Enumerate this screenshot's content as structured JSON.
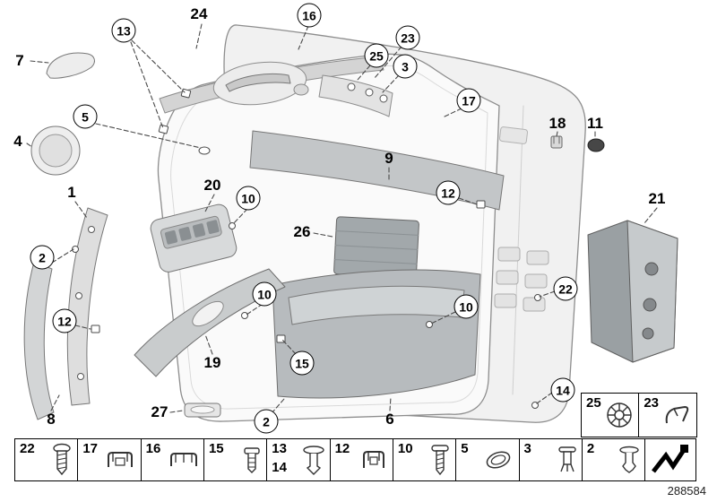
{
  "doc_number": "288584",
  "callouts": [
    {
      "label": "7",
      "icon": "plain"
    },
    {
      "label": "13",
      "icon": "circle"
    },
    {
      "label": "24",
      "icon": "plain"
    },
    {
      "label": "16",
      "icon": "circle"
    },
    {
      "label": "23",
      "icon": "circle"
    },
    {
      "label": "25",
      "icon": "circle"
    },
    {
      "label": "3",
      "icon": "circle"
    },
    {
      "label": "17",
      "icon": "circle"
    },
    {
      "label": "18",
      "icon": "plain"
    },
    {
      "label": "11",
      "icon": "plain"
    },
    {
      "label": "5",
      "icon": "circle"
    },
    {
      "label": "4",
      "icon": "plain"
    },
    {
      "label": "1",
      "icon": "plain"
    },
    {
      "label": "20",
      "icon": "plain"
    },
    {
      "label": "10",
      "icon": "circle"
    },
    {
      "label": "9",
      "icon": "plain"
    },
    {
      "label": "12",
      "icon": "circle"
    },
    {
      "label": "26",
      "icon": "plain"
    },
    {
      "label": "21",
      "icon": "plain"
    },
    {
      "label": "2",
      "icon": "circle"
    },
    {
      "label": "12",
      "icon": "circle"
    },
    {
      "label": "10",
      "icon": "circle"
    },
    {
      "label": "10",
      "icon": "circle"
    },
    {
      "label": "22",
      "icon": "circle"
    },
    {
      "label": "19",
      "icon": "plain"
    },
    {
      "label": "15",
      "icon": "circle"
    },
    {
      "label": "8",
      "icon": "plain"
    },
    {
      "label": "27",
      "icon": "plain"
    },
    {
      "label": "2",
      "icon": "circle"
    },
    {
      "label": "6",
      "icon": "plain"
    },
    {
      "label": "14",
      "icon": "circle"
    }
  ],
  "fastener_strip": [
    {
      "labels": [
        "22"
      ],
      "icon": "screw-icon"
    },
    {
      "labels": [
        "17"
      ],
      "icon": "metal-clip-icon"
    },
    {
      "labels": [
        "16"
      ],
      "icon": "metal-clip-icon"
    },
    {
      "labels": [
        "15"
      ],
      "icon": "expanding-nut-icon"
    },
    {
      "labels": [
        "13",
        "14"
      ],
      "icon": "push-rivet-icon"
    },
    {
      "labels": [
        "12"
      ],
      "icon": "metal-clip-icon"
    },
    {
      "labels": [
        "10"
      ],
      "icon": "screw-icon"
    },
    {
      "labels": [
        "5"
      ],
      "icon": "grommet-icon"
    },
    {
      "labels": [
        "3"
      ],
      "icon": "plastic-rivet-icon"
    },
    {
      "labels": [
        "2"
      ],
      "icon": "expanding-rivet-icon"
    }
  ],
  "ref_box": [
    {
      "label": "25",
      "icon": "lock-washer-icon"
    },
    {
      "label": "23",
      "icon": "spring-clip-icon"
    }
  ]
}
